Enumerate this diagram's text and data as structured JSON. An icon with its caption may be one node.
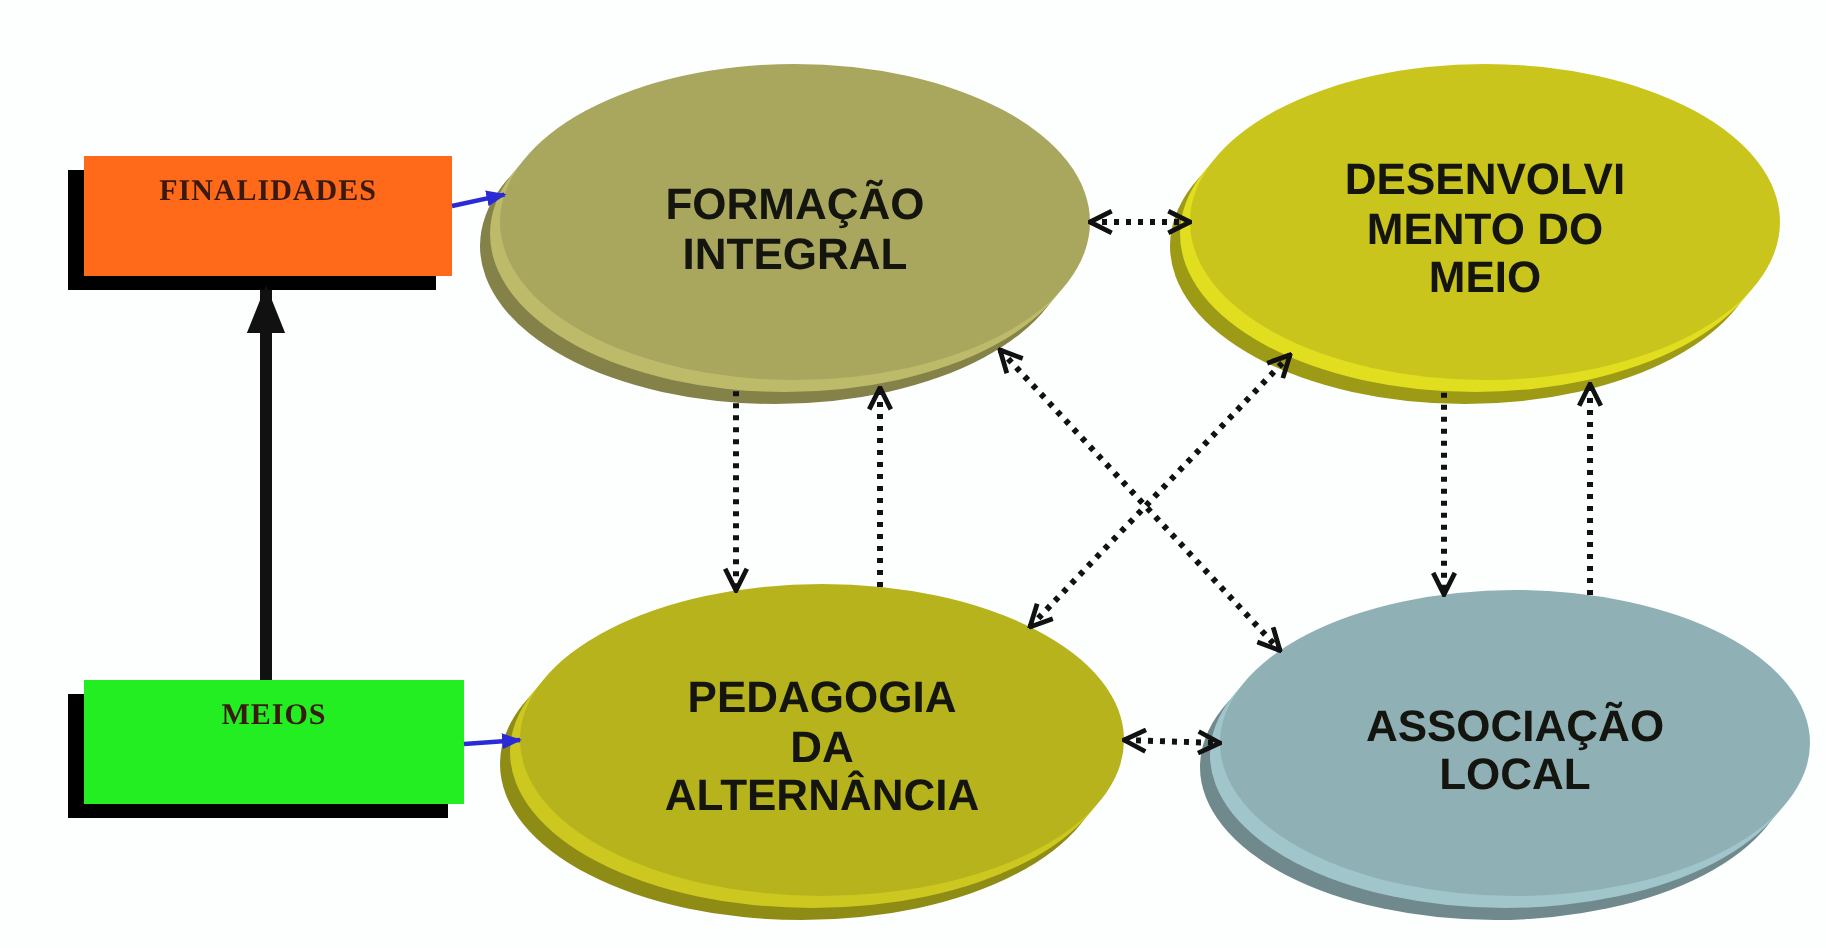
{
  "diagram": {
    "nodes": [
      {
        "text": [
          "FINALIDADES"
        ]
      },
      {
        "text": [
          "FORMAÇÃO INTEGRAL"
        ]
      },
      {
        "text": [
          "DESENVOLVI MENTO DO MEIO"
        ]
      },
      {
        "text": [
          "MEIOS"
        ]
      },
      {
        "text": [
          "PEDAGOGIA DA ALTERNÂNCIA"
        ]
      },
      {
        "text": [
          "ASSOCIAÇÃO LOCAL"
        ]
      }
    ],
    "edges": [
      {
        "from": 0,
        "to": 1,
        "arrow": "to",
        "color": "#2b2bd6"
      },
      {
        "from": 3,
        "to": 0,
        "arrow": "to",
        "style": "thick"
      },
      {
        "from": 3,
        "to": 4,
        "arrow": "to",
        "color": "#2b2bd6"
      },
      {
        "from": 1,
        "to": 2,
        "arrow": "both",
        "style": "dashed"
      },
      {
        "from": 1,
        "to": 4,
        "arrow": "to",
        "style": "dashed"
      },
      {
        "from": 4,
        "to": 1,
        "arrow": "to",
        "style": "dashed"
      },
      {
        "from": 1,
        "to": 5,
        "arrow": "both",
        "style": "dashed"
      },
      {
        "from": 4,
        "to": 2,
        "arrow": "both",
        "style": "dashed"
      },
      {
        "from": 2,
        "to": 5,
        "arrow": "to",
        "style": "dashed"
      },
      {
        "from": 5,
        "to": 2,
        "arrow": "to",
        "style": "dashed"
      },
      {
        "from": 4,
        "to": 5,
        "arrow": "both",
        "style": "dashed"
      }
    ]
  }
}
